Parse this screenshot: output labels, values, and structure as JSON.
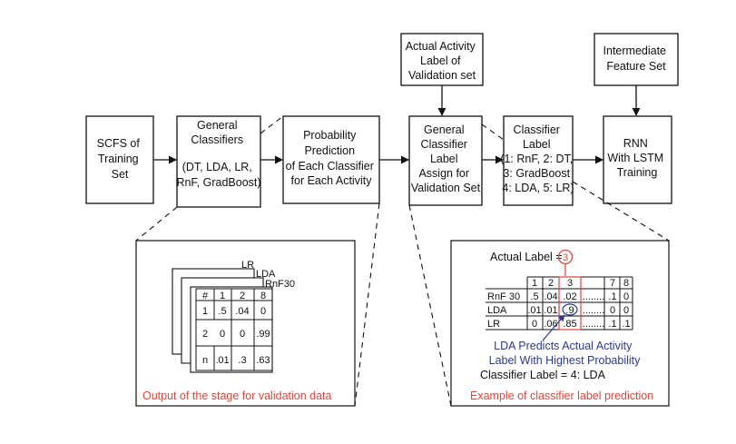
{
  "boxes": {
    "scfs": [
      "SCFS of",
      "Training",
      "Set"
    ],
    "general_classifiers": [
      "General",
      "Classifiers",
      "",
      "(DT, LDA, LR,",
      "RnF, GradBoost)"
    ],
    "probability": [
      "Probability",
      "Prediction",
      "of Each Classifier",
      "for Each Activity"
    ],
    "label_assign": [
      "General",
      "Classifier",
      "Label",
      "Assign for",
      "Validation Set"
    ],
    "classifier_label": [
      "Classifier",
      "Label",
      "(1: RnF, 2: DT,",
      "3: GradBoost",
      "4: LDA, 5: LR)"
    ],
    "rnn": [
      "RNN",
      "With LSTM",
      "Training"
    ],
    "actual_activity": [
      "Actual Activity",
      "Label of",
      "Validation set"
    ],
    "intermediate": [
      "Intermediate",
      "Feature Set"
    ]
  },
  "left_panel": {
    "sheet_labels": [
      "LR",
      "LDA",
      "RnF30"
    ],
    "table_header": [
      "#",
      "1",
      "2",
      "8"
    ],
    "table_rows": [
      [
        "1",
        ".5",
        ".04",
        "0"
      ],
      [
        "2",
        "0",
        "0",
        ".99"
      ],
      [
        "n",
        ".01",
        ".3",
        ".63"
      ]
    ],
    "caption": "Output of the stage for validation data"
  },
  "right_panel": {
    "actual_label_text": "Actual Label =",
    "actual_label_value": "3",
    "table_header": [
      "1",
      "2",
      "3",
      "7",
      "8"
    ],
    "table_rows": [
      {
        "name": "RnF 30",
        "v1": ".5",
        "v2": ".04",
        "v3": ".02",
        "dots": "........",
        "v7": ".1",
        "v8": "0"
      },
      {
        "name": "LDA",
        "v1": ".01",
        "v2": ".01",
        "v3": ".9",
        "dots": "........",
        "v7": "0",
        "v8": "0"
      },
      {
        "name": "LR",
        "v1": "0",
        "v2": ".06",
        "v3": ".85",
        "dots": "........",
        "v7": ".1",
        "v8": ".1"
      }
    ],
    "annotation": [
      "LDA Predicts Actual Activity",
      "Label With Highest Probability"
    ],
    "classifier_label": "Classifier Label = 4: LDA",
    "caption": "Example of classifier label prediction"
  },
  "colors": {
    "caption": "#e0443a",
    "annotation": "#2b3a8f",
    "highlight": "#e0443a"
  }
}
